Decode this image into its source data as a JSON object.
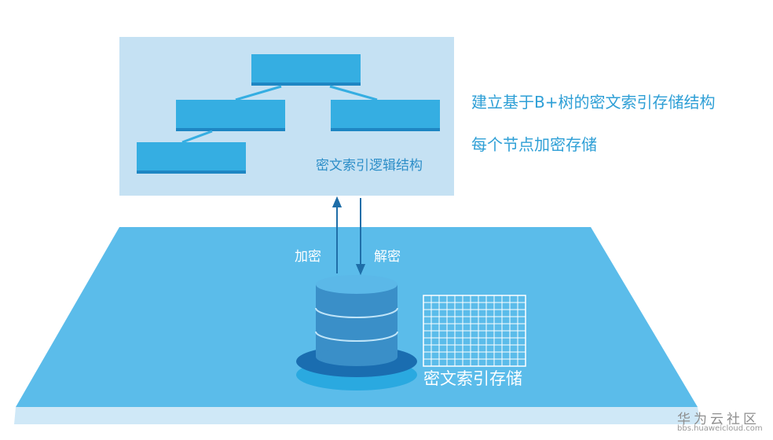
{
  "colors": {
    "panel": "#c5e1f3",
    "node": "#35aee2",
    "node_edge": "#1e86c3",
    "plane": "#5bbcea",
    "plane_edge": "#4eb1e2",
    "text_accent": "#2e9fd6",
    "arrow": "#1f6ea8",
    "db_body": "#3a8fc8",
    "db_base": "#1a6db0"
  },
  "logic_panel": {
    "caption": "密文索引逻辑结构"
  },
  "descriptions": {
    "line1": "建立基于B+树的密文索引存储结构",
    "line2": "每个节点加密存储"
  },
  "arrows": {
    "encrypt_label": "加密",
    "decrypt_label": "解密"
  },
  "storage": {
    "label": "密文索引存储",
    "icon": "database-icon",
    "grid_icon": "grid-table-icon"
  },
  "watermark": {
    "title": "华为云社区",
    "url": "bbs.huaweicloud.com"
  }
}
